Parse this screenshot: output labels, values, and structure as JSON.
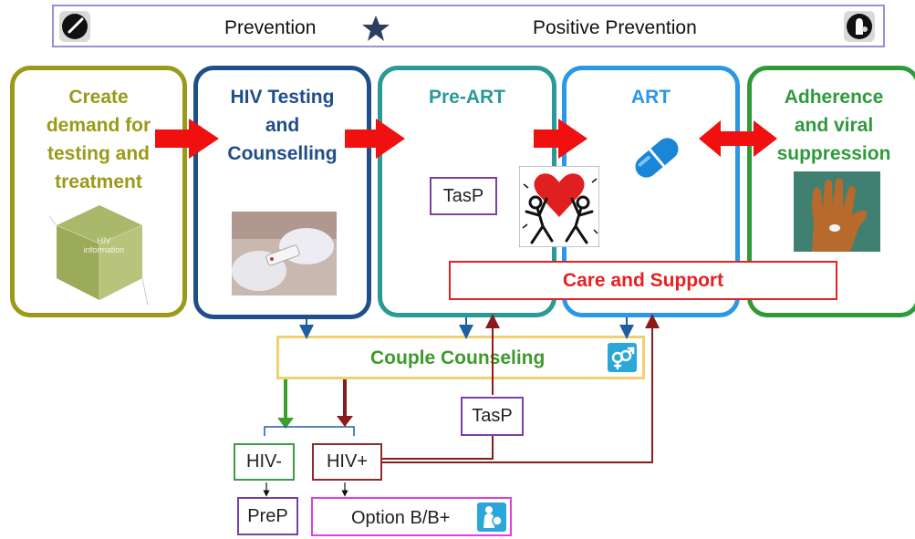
{
  "header": {
    "prevention": "Prevention",
    "positive_prevention": "Positive Prevention"
  },
  "stages": {
    "demand": "Create demand for testing and treatment",
    "demand_lines": [
      "Create",
      "demand for",
      "testing and",
      "treatment"
    ],
    "testing_lines": [
      "HIV Testing",
      "and",
      "Counselling"
    ],
    "preart": "Pre-ART",
    "art": "ART",
    "adherence_lines": [
      "Adherence",
      "and viral",
      "suppression"
    ]
  },
  "cube_text": [
    "HIV",
    "information"
  ],
  "tasp_top": "TasP",
  "care_support": "Care and Support",
  "couple_counseling": "Couple Counseling",
  "tasp_bottom": "TasP",
  "hiv_neg": "HIV-",
  "hiv_pos": "HIV+",
  "prep": "PreP",
  "option_b": "Option B/B+",
  "colors": {
    "demand": "#9a9a1a",
    "testing": "#1f4e89",
    "preart": "#2a9a96",
    "art": "#2b97e6",
    "adherence": "#2f9a3c",
    "care": "#e52222",
    "couple_border": "#f0d070",
    "couple_text": "#3e9a2a",
    "tasp": "#7b3fa5",
    "dark_red": "#8b1c1c",
    "arrow_red": "#f01010",
    "blue_arrow": "#1f5fa0",
    "green_arrow": "#3aa02a",
    "prep": "#7b3fa5",
    "option": "#e040e0",
    "hiv_neg": "#3e9a4a",
    "hiv_pos": "#8b2c2c"
  },
  "icons": [
    "syringe-icon",
    "star-icon",
    "condom-icon",
    "pill-capsule-icon",
    "gender-icon",
    "mother-child-icon"
  ]
}
